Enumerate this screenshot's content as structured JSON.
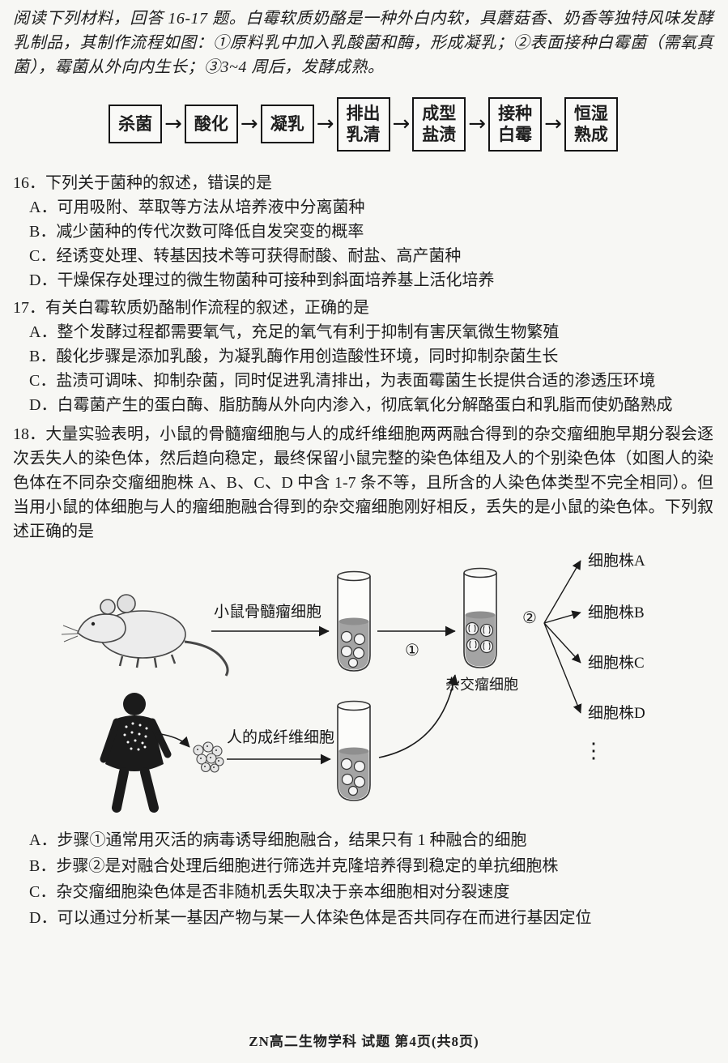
{
  "intro": "阅读下列材料，回答 16-17 题。白霉软质奶酪是一种外白内软，具蘑菇香、奶香等独特风味发酵乳制品，其制作流程如图：①原料乳中加入乳酸菌和酶，形成凝乳；②表面接种白霉菌（需氧真菌），霉菌从外向内生长；③3~4 周后，发酵成熟。",
  "flowchart": {
    "arrow": "→",
    "steps": [
      {
        "label": "杀菌"
      },
      {
        "label": "酸化"
      },
      {
        "label": "凝乳"
      },
      {
        "label": "排出\n乳清"
      },
      {
        "label": "成型\n盐渍"
      },
      {
        "label": "接种\n白霉"
      },
      {
        "label": "恒湿\n熟成"
      }
    ]
  },
  "q16": {
    "stem": "16．下列关于菌种的叙述，错误的是",
    "options": [
      {
        "text": "A．可用吸附、萃取等方法从培养液中分离菌种"
      },
      {
        "text": "B．减少菌种的传代次数可降低自发突变的概率"
      },
      {
        "text": "C．经诱变处理、转基因技术等可获得耐酸、耐盐、高产菌种"
      },
      {
        "text": "D．干燥保存处理过的微生物菌种可接种到斜面培养基上活化培养"
      }
    ]
  },
  "q17": {
    "stem": "17．有关白霉软质奶酪制作流程的叙述，正确的是",
    "options": [
      {
        "text": "A．整个发酵过程都需要氧气，充足的氧气有利于抑制有害厌氧微生物繁殖"
      },
      {
        "text": "B．酸化步骤是添加乳酸，为凝乳酶作用创造酸性环境，同时抑制杂菌生长"
      },
      {
        "text": "C．盐渍可调味、抑制杂菌，同时促进乳清排出，为表面霉菌生长提供合适的渗透压环境"
      },
      {
        "text": "D．白霉菌产生的蛋白酶、脂肪酶从外向内渗入，彻底氧化分解酪蛋白和乳脂而使奶酪熟成"
      }
    ]
  },
  "q18": {
    "stem": "18．大量实验表明，小鼠的骨髓瘤细胞与人的成纤维细胞两两融合得到的杂交瘤细胞早期分裂会逐次丢失人的染色体，然后趋向稳定，最终保留小鼠完整的染色体组及人的个别染色体（如图人的染色体在不同杂交瘤细胞株 A、B、C、D 中含 1-7 条不等，且所含的人染色体类型不完全相同）。但当用小鼠的体细胞与人的瘤细胞融合得到的杂交瘤细胞刚好相反，丢失的是小鼠的染色体。下列叙述正确的是",
    "options": [
      {
        "text": "A．步骤①通常用灭活的病毒诱导细胞融合，结果只有 1 种融合的细胞"
      },
      {
        "text": "B．步骤②是对融合处理后细胞进行筛选并克隆培养得到稳定的单抗细胞株"
      },
      {
        "text": "C．杂交瘤细胞染色体是否非随机丢失取决于亲本细胞相对分裂速度"
      },
      {
        "text": "D．可以通过分析某一基因产物与某一人体染色体是否共同存在而进行基因定位"
      }
    ]
  },
  "diagram": {
    "mouse_cell_label": "小鼠骨髓瘤细胞",
    "human_cell_label": "人的成纤维细胞",
    "step1_label": "①",
    "step2_label": "②",
    "hybridoma_label": "杂交瘤细胞",
    "cell_lines": [
      {
        "label": "细胞株A"
      },
      {
        "label": "细胞株B"
      },
      {
        "label": "细胞株C"
      },
      {
        "label": "细胞株D"
      }
    ],
    "ellipsis": "⋮"
  },
  "footer": "ZN高二生物学科 试题 第4页(共8页)"
}
